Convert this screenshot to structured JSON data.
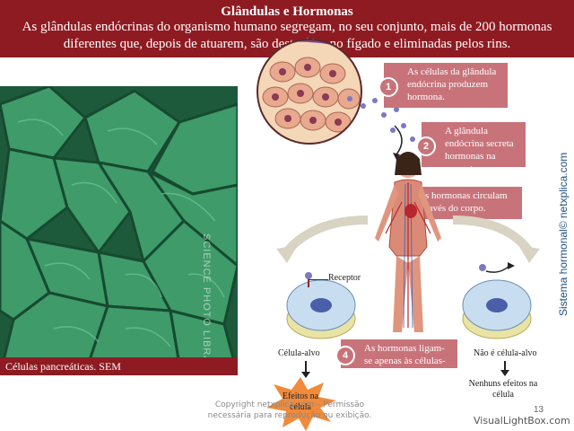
{
  "title": "Glândulas e Hormonas",
  "subtitle": "As glândulas endócrinas do organismo humano segregam, no seu conjunto, mais de 200 hormonas diferentes que, depois de atuarem, são destruídas no fígado e eliminadas pelos rins.",
  "micrograph": {
    "caption": "Células pancreáticas. SEM",
    "photo_credit": "SCIENCE PHOTO LIBRARY"
  },
  "steps": [
    {
      "number": "1",
      "text": "As  células da glândula endócrina produzem hormona."
    },
    {
      "number": "2",
      "text": "A glândula endócrina secreta hormonas na corrente sanguínea."
    },
    {
      "number": "3",
      "text": "As hormonas circulam através do corpo."
    },
    {
      "number": "4",
      "text": "As hormonas ligam-se apenas às células-alvo."
    }
  ],
  "diagram": {
    "receptor_label": "Receptor",
    "target_cell_label": "Célula-alvo",
    "non_target_cell_label": "Não é célula-alvo",
    "effects_label": "Efeitos na célula",
    "no_effects_label": "Nenhuns efeitos na célula"
  },
  "side_brand": "Sistema hormonal© netxplica.com",
  "copyright": "Copyright netxplica.com – Permissão necessária para reprodução ou exibição.",
  "page_number": "13",
  "watermark": "VisualLightBox.com",
  "colors": {
    "header_bg": "#8e1b22",
    "callout_bg": "#c8737a",
    "micrograph_green": "#2f8a5a"
  }
}
